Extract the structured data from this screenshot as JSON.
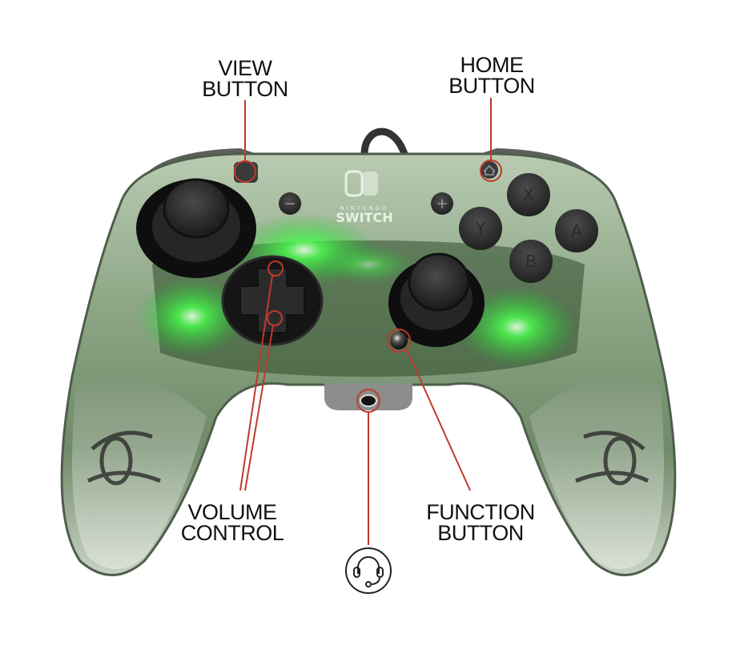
{
  "diagram": {
    "subject": "Transparent wired game controller with green LEDs",
    "accent_color": "#c0392b",
    "body_color": "#7f9c78",
    "glow_color": "#39ff44",
    "brand_logo_text_small": "NINTENDO",
    "brand_logo_text_large": "SWITCH",
    "face_buttons": {
      "x": "X",
      "y": "Y",
      "a": "A",
      "b": "B"
    },
    "center_buttons": {
      "minus": "−",
      "plus": "+"
    }
  },
  "callouts": [
    {
      "id": "view",
      "line1": "VIEW",
      "line2": "BUTTON"
    },
    {
      "id": "home",
      "line1": "HOME",
      "line2": "BUTTON"
    },
    {
      "id": "volume",
      "line1": "VOLUME",
      "line2": "CONTROL"
    },
    {
      "id": "function",
      "line1": "FUNCTION",
      "line2": "BUTTON"
    },
    {
      "id": "headset",
      "icon": "headset-icon"
    }
  ]
}
